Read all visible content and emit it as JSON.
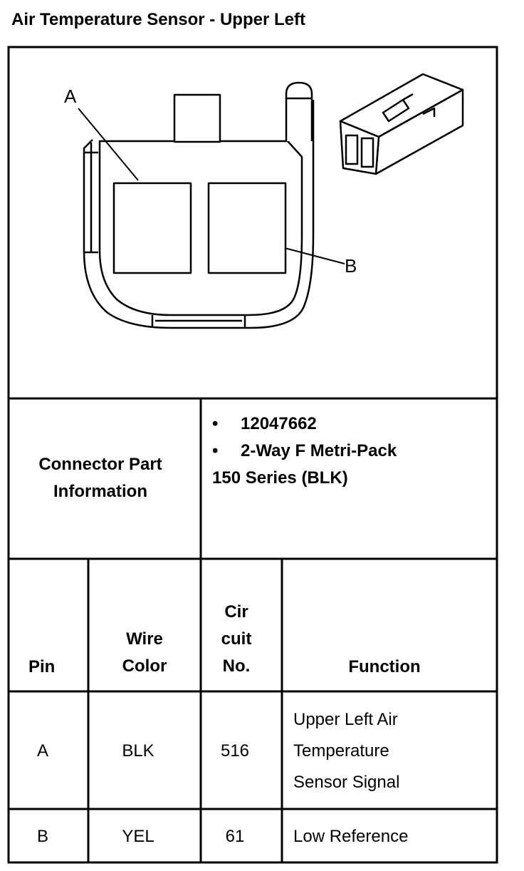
{
  "title": "Air Temperature Sensor - Upper Left",
  "diagram": {
    "callout_a": "A",
    "callout_b": "B"
  },
  "connector_info": {
    "label_line1": "Connector Part",
    "label_line2": "Information",
    "bullets": [
      "12047662",
      "2-Way F Metri-Pack"
    ],
    "continuation": "150 Series (BLK)"
  },
  "table": {
    "headers": {
      "pin": "Pin",
      "wire_color": [
        "Wire",
        "Color"
      ],
      "circuit": [
        "Cir",
        "cuit",
        "No."
      ],
      "function": "Function"
    },
    "rows": [
      {
        "pin": "A",
        "wire_color": "BLK",
        "circuit": "516",
        "function": [
          "Upper Left Air",
          "Temperature",
          "Sensor Signal"
        ]
      },
      {
        "pin": "B",
        "wire_color": "YEL",
        "circuit": "61",
        "function": [
          "Low Reference"
        ]
      }
    ]
  }
}
